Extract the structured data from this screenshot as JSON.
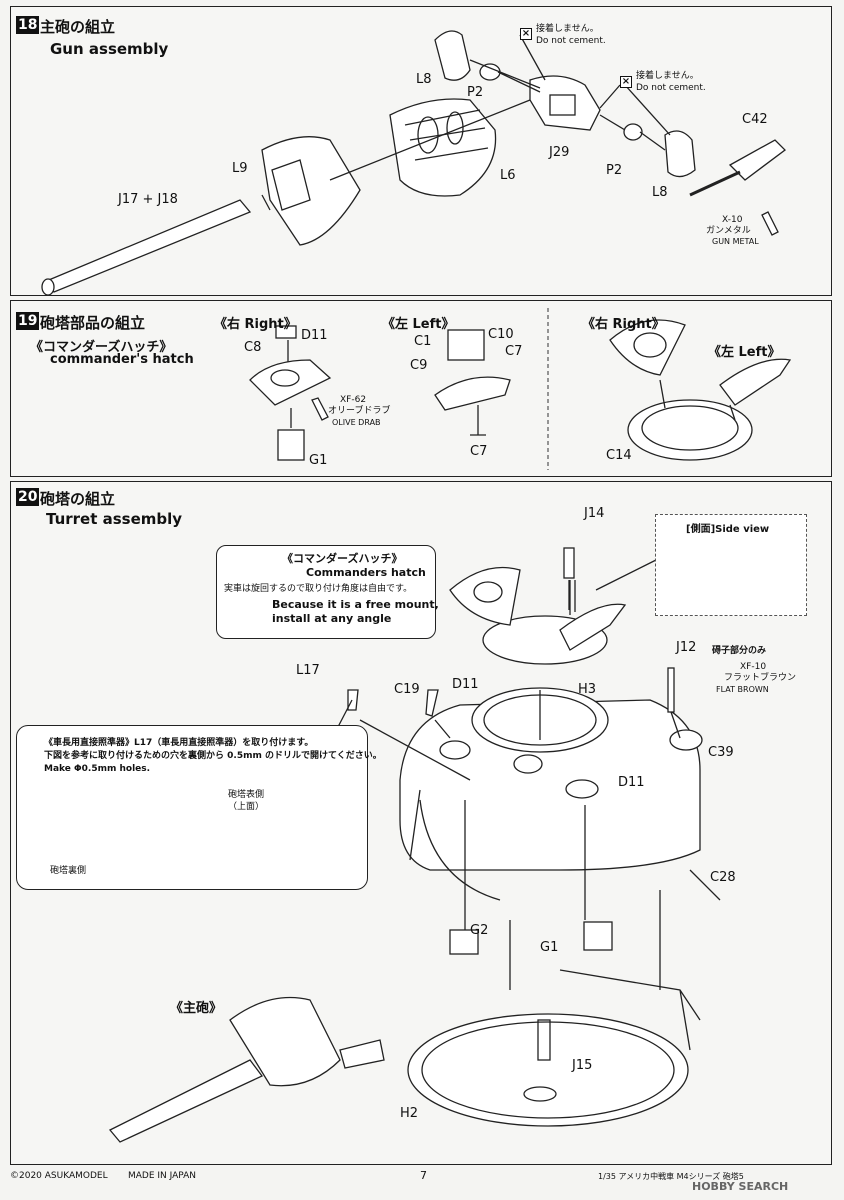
{
  "step18": {
    "number": "18",
    "title_jp": "主砲の組立",
    "title_en": "Gun assembly",
    "labels": {
      "l8a": "L8",
      "p2a": "P2",
      "j29": "J29",
      "p2b": "P2",
      "l8b": "L8",
      "c42": "C42",
      "l6": "L6",
      "l9": "L9",
      "j17": "J17 + J18"
    },
    "note1_jp": "接着しません。",
    "note1_en": "Do not cement.",
    "note2_jp": "接着しません。",
    "note2_en": "Do not cement.",
    "paint_code": "X-10",
    "paint_jp": "ガンメタル",
    "paint_en": "GUN METAL"
  },
  "step19": {
    "number": "19",
    "title_jp": "砲塔部品の組立",
    "hatch_jp": "《コマンダーズハッチ》",
    "hatch_en": "commander's hatch",
    "right1": "《右 Right》",
    "left1": "《左 Left》",
    "right2": "《右 Right》",
    "left2": "《左 Left》",
    "labels": {
      "d11": "D11",
      "c8": "C8",
      "g1": "G1",
      "c1": "C1",
      "c10": "C10",
      "c9": "C9",
      "c7a": "C7",
      "c7b": "C7",
      "c14": "C14"
    },
    "paint_code": "XF-62",
    "paint_jp": "オリーブドラブ",
    "paint_en": "OLIVE DRAB"
  },
  "step20": {
    "number": "20",
    "title_jp": "砲塔の組立",
    "title_en": "Turret assembly",
    "callout1_jp_title": "《コマンダーズハッチ》",
    "callout1_en_title": "Commanders hatch",
    "callout1_jp": "実車は旋回するので取り付け角度は自由です。",
    "callout1_en1": "Because it is a free mount,",
    "callout1_en2": "install at any angle",
    "sideview_title": "[側面]Side view",
    "callout2_jp_title": "《車長用直接照準器》L17（車長用直接照準器）を取り付けます。",
    "callout2_jp": "下図を参考に取り付けるための穴を裏側から 0.5mm のドリルで開けてください。",
    "callout2_en": "Make Φ0.5mm holes.",
    "outside_jp1": "砲塔表側",
    "outside_jp2": "（上面）",
    "inside_jp": "砲塔裏側",
    "gun_label": "《主砲》",
    "paint_note_jp": "碍子部分のみ",
    "paint_code": "XF-10",
    "paint_jp": "フラットブラウン",
    "paint_en": "FLAT BROWN",
    "labels": {
      "j14": "J14",
      "j12": "J12",
      "l17": "L17",
      "c19": "C19",
      "d11": "D11",
      "h3": "H3",
      "c39": "C39",
      "d11b": "D11",
      "c28": "C28",
      "g2": "G2",
      "g1": "G1",
      "j15": "J15",
      "h2": "H2"
    }
  },
  "footer": {
    "copyright": "©2020 ASUKAMODEL",
    "made_in": "MADE IN JAPAN",
    "page": "7",
    "product": "1/35 アメリカ中戦車 M4シリーズ 砲塔5",
    "watermark": "HOBBY SEARCH"
  }
}
